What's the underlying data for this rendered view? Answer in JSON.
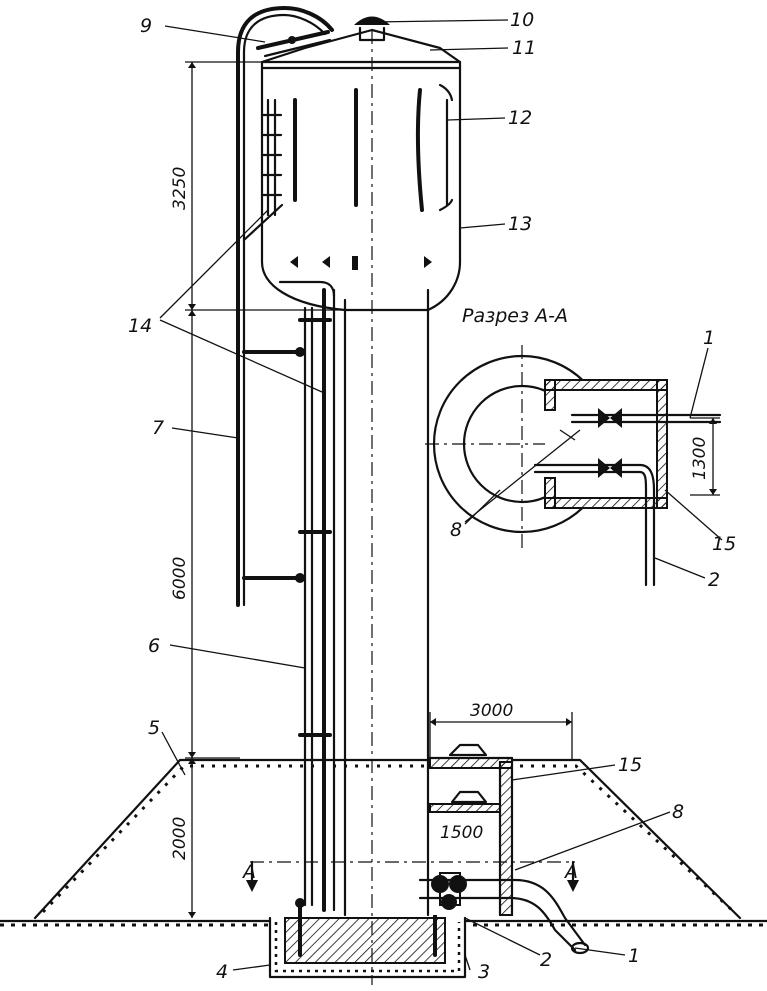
{
  "section_title": "Разрез А-А",
  "section_marks": [
    "А",
    "А"
  ],
  "dimensions": {
    "tank_height": "3250",
    "shaft_height": "6000",
    "base_height": "2000",
    "chamber_width": "3000",
    "chamber_depth": "1500",
    "section_spacing": "1300"
  },
  "callouts": {
    "c1": "1",
    "c2": "2",
    "c3": "3",
    "c4": "4",
    "c5": "5",
    "c6": "6",
    "c7": "7",
    "c8": "8",
    "c9": "9",
    "c10": "10",
    "c11": "11",
    "c12": "12",
    "c13": "13",
    "c14": "14",
    "c15": "15",
    "s1": "1",
    "s2": "2",
    "s8": "8",
    "s15": "15"
  }
}
